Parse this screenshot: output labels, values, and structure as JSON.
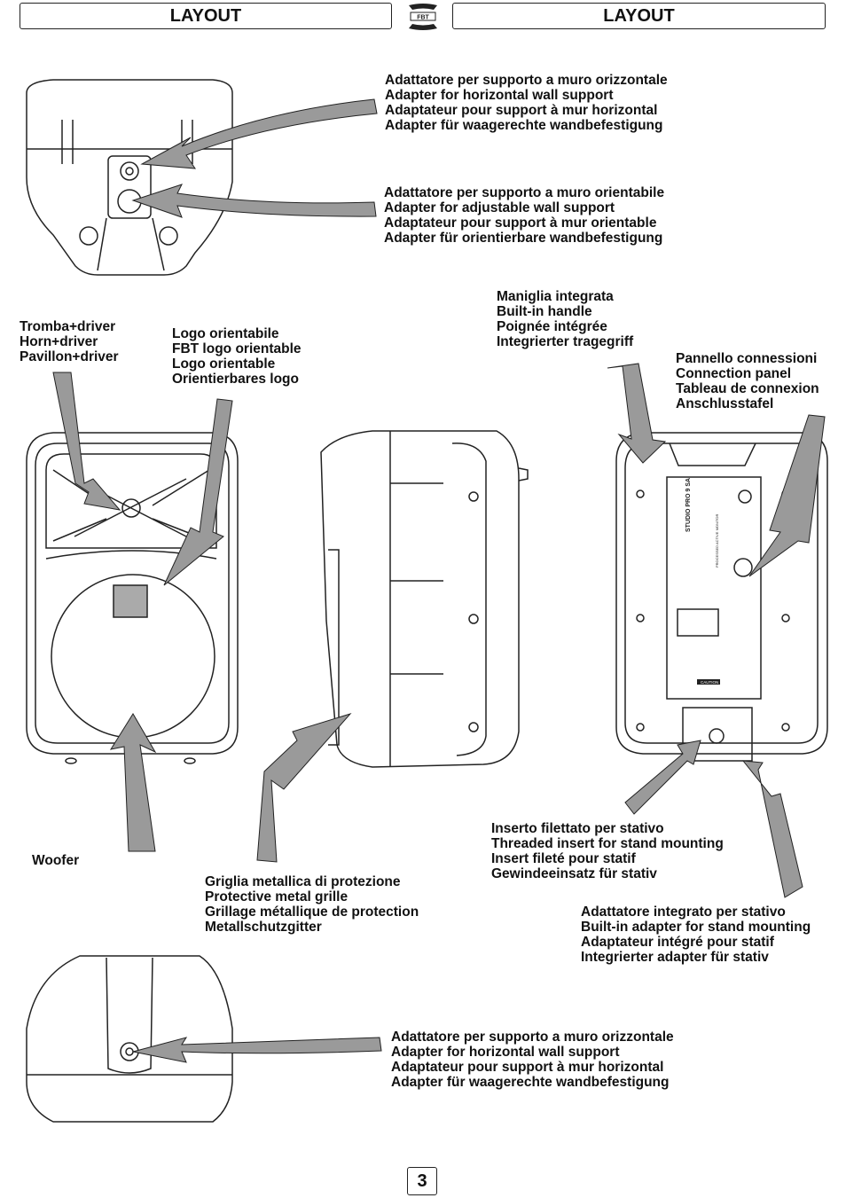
{
  "header": {
    "left_title": "LAYOUT",
    "right_title": "LAYOUT",
    "logo_text": "FBT"
  },
  "callouts": {
    "top_horizontal": [
      "Adattatore per supporto a muro orizzontale",
      "Adapter for horizontal wall support",
      "Adaptateur pour support à mur horizontal",
      "Adapter für waagerechte wandbefestigung"
    ],
    "top_adjustable": [
      "Adattatore per supporto a muro orientabile",
      "Adapter for adjustable wall support",
      "Adaptateur pour support à mur orientable",
      "Adapter für orientierbare wandbefestigung"
    ],
    "horn": [
      "Tromba+driver",
      "Horn+driver",
      "Pavillon+driver"
    ],
    "logo": [
      "Logo orientabile",
      "FBT logo orientable",
      "Logo orientable",
      "Orientierbares logo"
    ],
    "handle": [
      "Maniglia integrata",
      "Built-in handle",
      "Poignée intégrée",
      "Integrierter tragegriff"
    ],
    "panel": [
      "Pannello connessioni",
      "Connection panel",
      "Tableau de connexion",
      "Anschlusstafel"
    ],
    "woofer": "Woofer",
    "grille": [
      "Griglia metallica di protezione",
      "Protective metal grille",
      "Grillage métallique de protection",
      "Metallschutzgitter"
    ],
    "insert": [
      "Inserto filettato per stativo",
      "Threaded insert for stand mounting",
      "Insert fileté pour statif",
      "Gewindeeinsatz für stativ"
    ],
    "stand_adapter": [
      "Adattatore integrato per stativo",
      "Built-in adapter for stand mounting",
      "Adaptateur intégré pour statif",
      "Integrierter adapter für stativ"
    ],
    "bottom_horizontal": [
      "Adattatore per supporto a muro orizzontale",
      "Adapter for horizontal wall support",
      "Adaptateur pour support à mur horizontal",
      "Adapter für waagerechte wandbefestigung"
    ]
  },
  "panel_labels": {
    "model": "STUDIO PRO 9 SA",
    "subtitle": "PROCESSED ACTIVE MONITOR",
    "caution": "CAUTION"
  },
  "page_number": "3",
  "colors": {
    "arrow_fill": "#9a9a9a",
    "stroke": "#222222"
  }
}
